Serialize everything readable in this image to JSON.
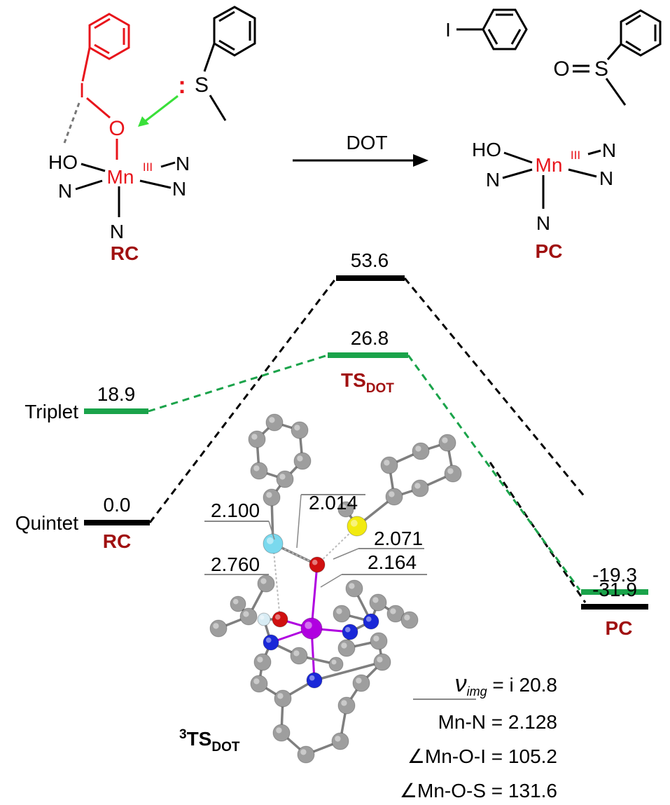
{
  "scheme": {
    "reactant": {
      "left_label": "HO",
      "metal": "Mn",
      "oxidation": "III",
      "iodine": "I",
      "oxygen": "O",
      "sulfur": "S",
      "lone_pair": ":",
      "ligand_n": "N",
      "label": "RC"
    },
    "arrow_label": "DOT",
    "products": {
      "iodobenzene_atom": "I",
      "sulfoxide_o": "O",
      "sulfoxide_s": "S",
      "left_label": "HO",
      "metal": "Mn",
      "oxidation": "III",
      "ligand_n": "N",
      "label": "PC"
    }
  },
  "energy_diagram": {
    "states": {
      "triplet": "Triplet",
      "quintet": "Quintet"
    },
    "levels": {
      "quintet_rc": "0.0",
      "triplet_rc": "18.9",
      "quintet_ts": "53.6",
      "triplet_ts": "26.8",
      "triplet_pc": "-19.3",
      "quintet_pc": "-31.9"
    },
    "labels": {
      "rc": "RC",
      "ts_main": "TS",
      "ts_sub": "DOT",
      "pc": "PC"
    }
  },
  "structure": {
    "label_sup": "3",
    "label_main": "TS",
    "label_sub": "DOT",
    "distances": {
      "d1": "2.100",
      "d2": "2.014",
      "d3": "2.071",
      "d4": "2.760",
      "d5": "2.164"
    },
    "params": {
      "nu_symbol": "ν",
      "nu_sub": "img",
      "nu_value": " = i 20.8",
      "mn_n": "Mn-N = 2.128",
      "angle1": "∠Mn-O-I = 105.2",
      "angle2": "∠Mn-O-S = 131.6"
    }
  },
  "colors": {
    "quintet": "#000000",
    "triplet": "#1aa34a",
    "label_red": "#a01010",
    "highlight_red": "#e8141b",
    "arrow_green": "#39e039",
    "atom_mn": "#b000e0",
    "atom_o": "#d01010",
    "atom_n": "#1a28d8",
    "atom_s": "#f2ea10",
    "atom_i": "#7ad9ee",
    "atom_c": "#9e9e9e",
    "atom_h": "#d8ecf4"
  }
}
